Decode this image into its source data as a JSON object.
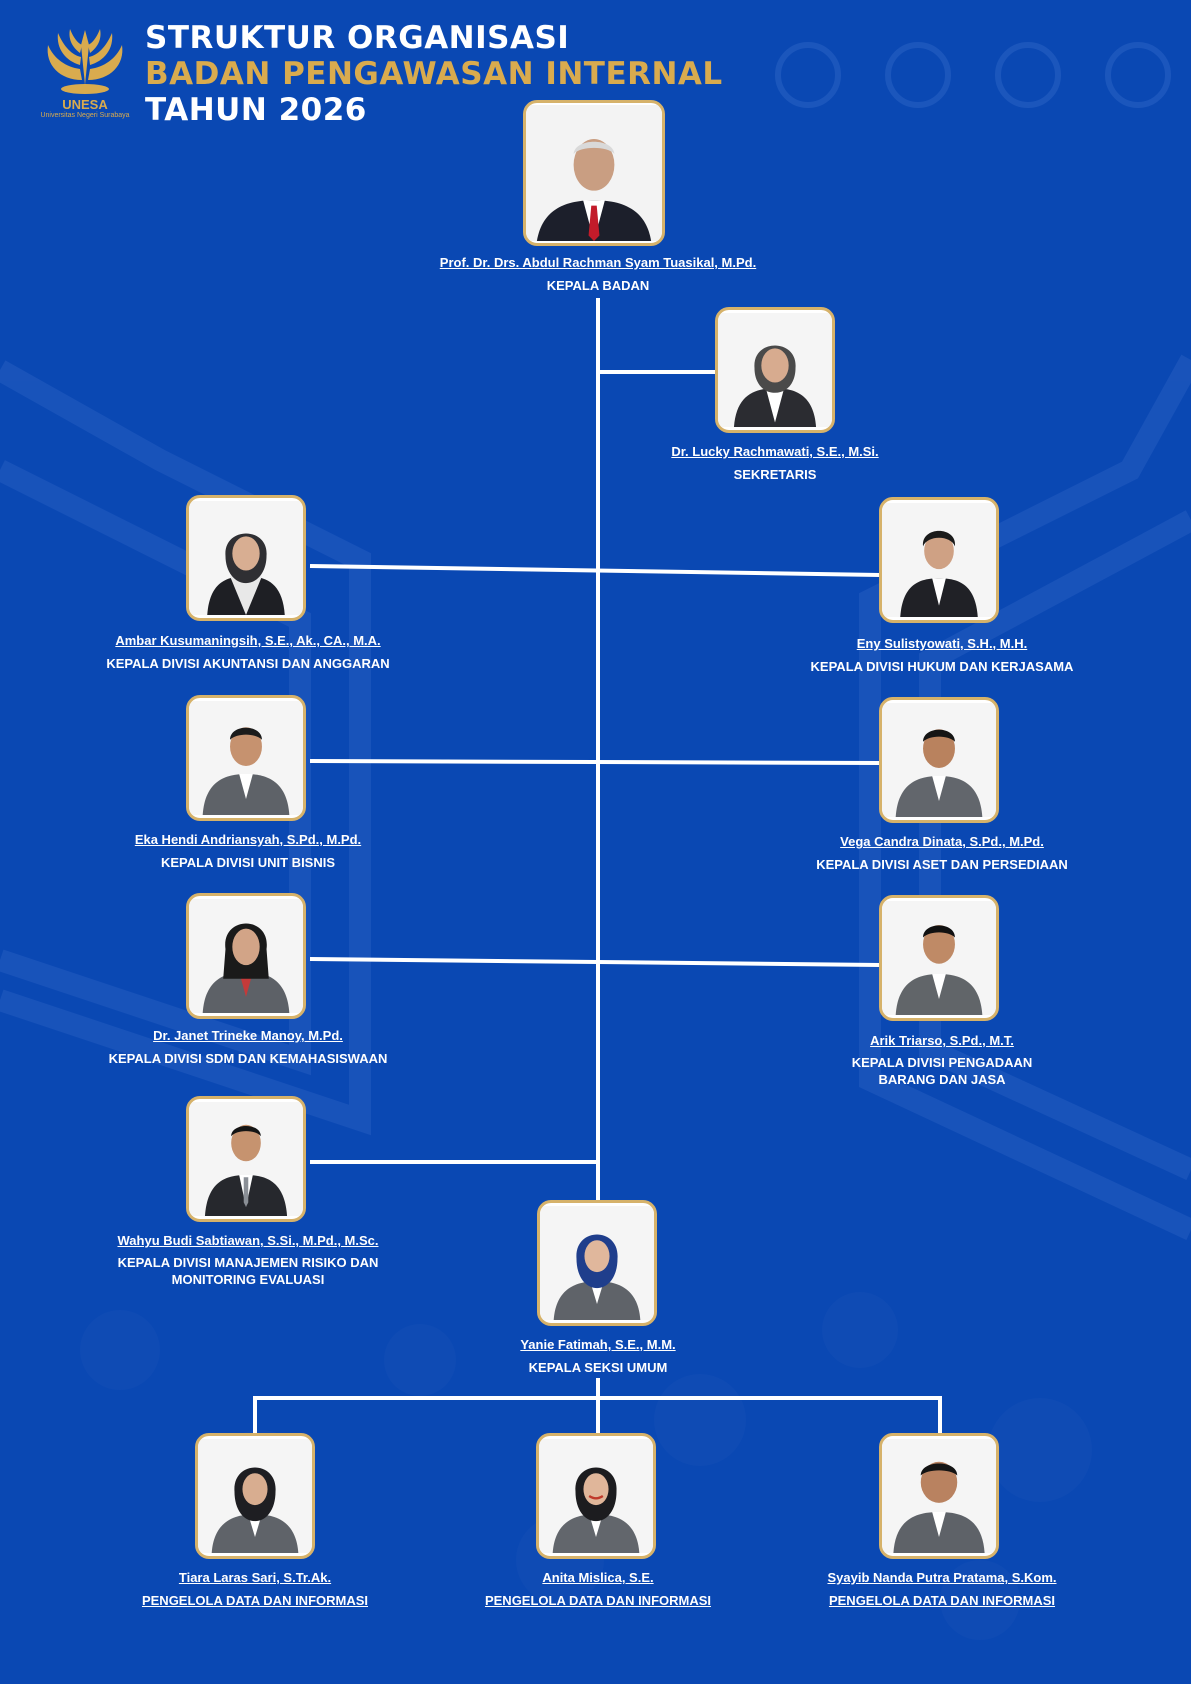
{
  "header": {
    "line1": "STRUKTUR ORGANISASI",
    "line2": "BADAN PENGAWASAN INTERNAL",
    "line3": "TAHUN 2026"
  },
  "logo": {
    "brand": "UNESA",
    "sub": "Universitas Negeri Surabaya",
    "icon": "garuda-wings-emblem"
  },
  "colors": {
    "background": "#0a48b3",
    "accent_gold": "#d9ab4e",
    "photo_frame": "#d6b26a",
    "line": "#ffffff"
  },
  "people": {
    "kepala": {
      "name": "Prof. Dr. Drs. Abdul Rachman Syam Tuasikal, M.Pd.",
      "role": "KEPALA BADAN"
    },
    "sekretaris": {
      "name": "Dr. Lucky Rachmawati, S.E., M.Si.",
      "role": "SEKRETARIS"
    },
    "akuntansi": {
      "name": "Ambar Kusumaningsih, S.E., Ak., CA., M.A.",
      "role": "KEPALA DIVISI AKUNTANSI DAN ANGGARAN"
    },
    "hukum": {
      "name": "Eny Sulistyowati, S.H., M.H.",
      "role": "KEPALA DIVISI HUKUM DAN KERJASAMA"
    },
    "unit_bisnis": {
      "name": "Eka Hendi Andriansyah, S.Pd., M.Pd.",
      "role": "KEPALA DIVISI UNIT BISNIS"
    },
    "aset": {
      "name": "Vega Candra Dinata, S.Pd., M.Pd.",
      "role": "KEPALA DIVISI ASET DAN PERSEDIAAN"
    },
    "sdm": {
      "name": "Dr. Janet Trineke Manoy, M.Pd.",
      "role": "KEPALA DIVISI SDM DAN KEMAHASISWAAN"
    },
    "pengadaan": {
      "name": "Arik Triarso, S.Pd., M.T.",
      "role_line1": "KEPALA DIVISI PENGADAAN",
      "role_line2": "BARANG DAN JASA"
    },
    "risiko": {
      "name": "Wahyu Budi Sabtiawan, S.Si., M.Pd., M.Sc.",
      "role_line1": "KEPALA DIVISI MANAJEMEN RISIKO DAN",
      "role_line2": "MONITORING EVALUASI"
    },
    "seksi_umum": {
      "name": "Yanie Fatimah, S.E., M.M.",
      "role": "KEPALA SEKSI UMUM"
    },
    "staff1": {
      "name": "Tiara Laras Sari, S.Tr.Ak.",
      "role": "PENGELOLA DATA DAN INFORMASI"
    },
    "staff2": {
      "name": "Anita Mislica, S.E.",
      "role": "PENGELOLA DATA DAN INFORMASI"
    },
    "staff3": {
      "name": "Syayib Nanda Putra Pratama, S.Kom.",
      "role": "PENGELOLA DATA DAN INFORMASI"
    }
  }
}
